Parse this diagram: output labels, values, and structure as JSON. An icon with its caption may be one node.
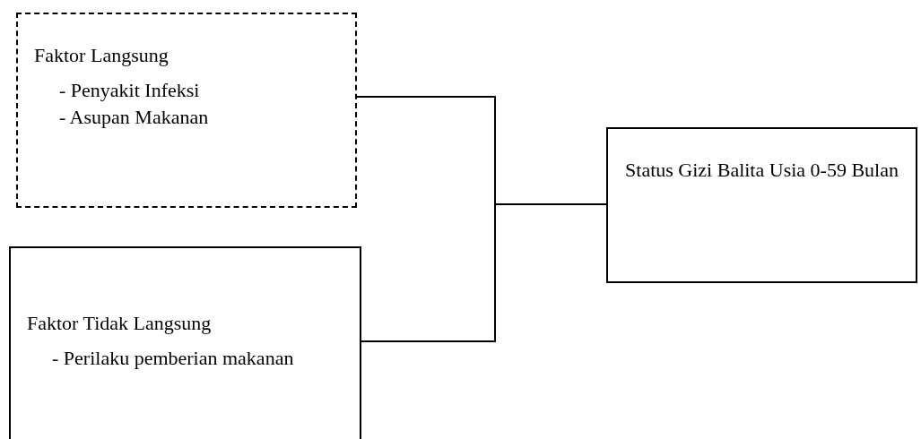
{
  "diagram": {
    "nodes": [
      {
        "text": [
          "Faktor Langsung",
          "- Penyakit Infeksi",
          "- Asupan Makanan"
        ]
      },
      {
        "text": [
          "Faktor Tidak Langsung",
          "- Perilaku pemberian makanan"
        ]
      },
      {
        "text": [
          "Status Gizi Balita Usia 0-59 Bulan"
        ]
      }
    ],
    "edges": [
      {
        "from": 0,
        "to": 2,
        "arrow": "none"
      },
      {
        "from": 1,
        "to": 2,
        "arrow": "none"
      }
    ]
  }
}
